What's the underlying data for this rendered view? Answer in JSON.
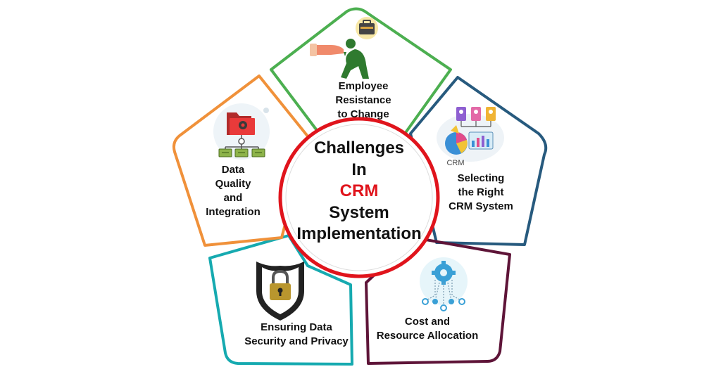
{
  "diagram": {
    "center": {
      "line1": "Challenges",
      "line2": "In",
      "line3": "CRM",
      "line4": "System",
      "line5": "Implementation"
    },
    "segments": [
      {
        "id": "employee",
        "lines": [
          "Employee",
          "Resistance",
          "to Change"
        ],
        "color": "#4caf50"
      },
      {
        "id": "selecting",
        "lines": [
          "Selecting",
          "the Right",
          "CRM System"
        ],
        "color": "#275a7e"
      },
      {
        "id": "cost",
        "lines": [
          "Cost and",
          "Resource Allocation"
        ],
        "color": "#5e1438"
      },
      {
        "id": "security",
        "lines": [
          "Ensuring Data",
          "Security and Privacy"
        ],
        "color": "#16aab0"
      },
      {
        "id": "data-quality",
        "lines": [
          "Data",
          "Quality",
          "and",
          "Integration"
        ],
        "color": "#f0913a"
      }
    ],
    "crm_icon_label": "CRM",
    "colors": {
      "center_ring": "#e0141c",
      "center_accent": "#e0141c"
    }
  }
}
